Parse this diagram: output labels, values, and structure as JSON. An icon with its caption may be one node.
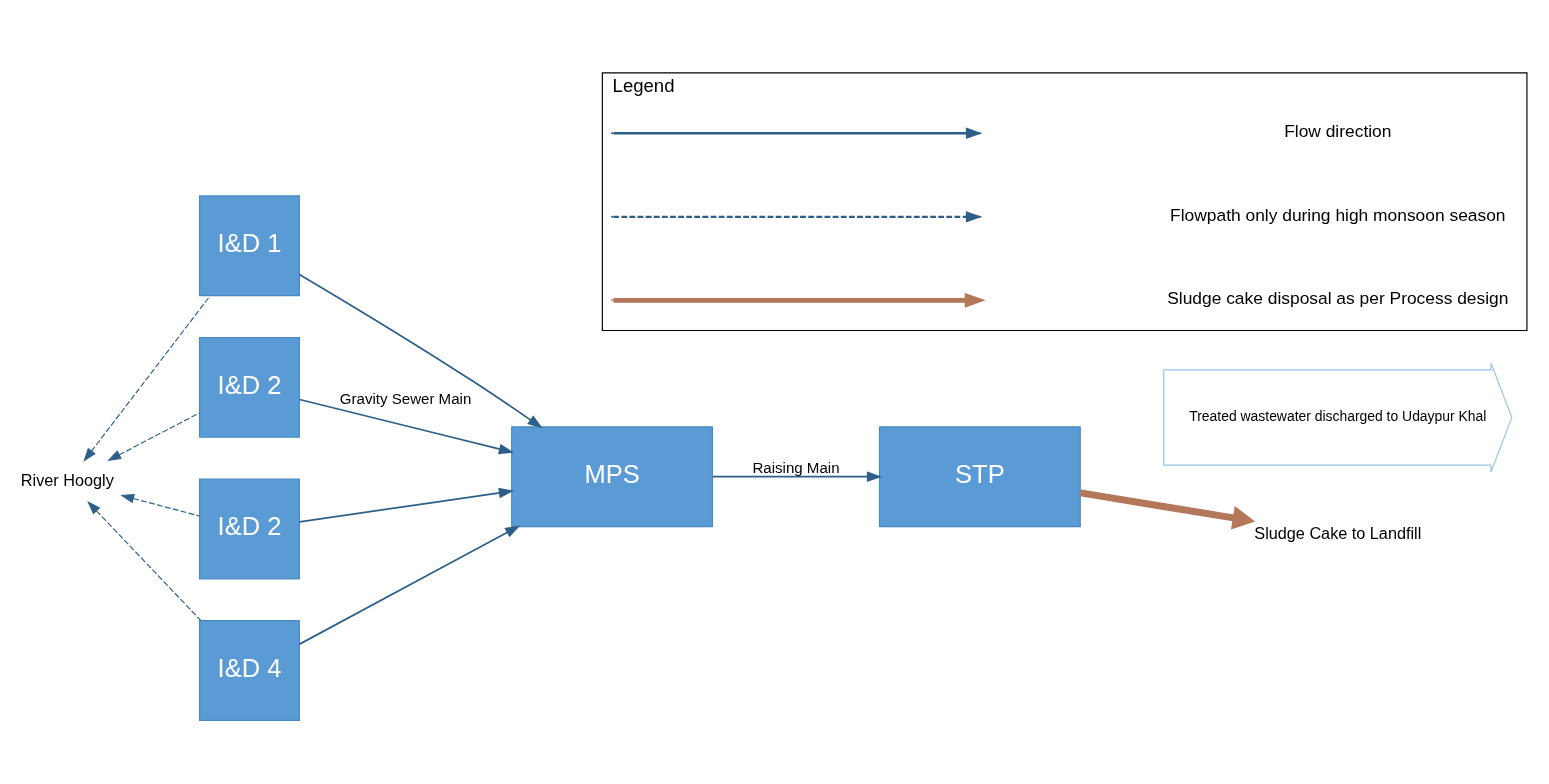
{
  "diagram": {
    "nodes": [
      {
        "text": [
          "I&D 1"
        ]
      },
      {
        "text": [
          "I&D 2"
        ]
      },
      {
        "text": [
          "I&D 2"
        ]
      },
      {
        "text": [
          "I&D 4"
        ]
      },
      {
        "text": [
          "MPS"
        ]
      },
      {
        "text": [
          "STP"
        ]
      },
      {
        "text": [
          "River Hoogly"
        ]
      },
      {
        "text": [
          "Treated wastewater discharged to Udaypur Khal"
        ]
      },
      {
        "text": [
          "Sludge Cake to Landfill"
        ]
      },
      {
        "text": [
          "Legend"
        ]
      }
    ],
    "edges": [
      {
        "from": 0,
        "to": 4,
        "arrow": "to"
      },
      {
        "from": 1,
        "to": 4,
        "arrow": "to",
        "label": "Gravity Sewer Main"
      },
      {
        "from": 2,
        "to": 4,
        "arrow": "to"
      },
      {
        "from": 3,
        "to": 4,
        "arrow": "to"
      },
      {
        "from": 0,
        "to": 6,
        "arrow": "to",
        "style": "dashed"
      },
      {
        "from": 1,
        "to": 6,
        "arrow": "to",
        "style": "dashed"
      },
      {
        "from": 2,
        "to": 6,
        "arrow": "to",
        "style": "dashed"
      },
      {
        "from": 3,
        "to": 6,
        "arrow": "to",
        "style": "dashed"
      },
      {
        "from": 4,
        "to": 5,
        "arrow": "to",
        "label": "Raising Main"
      },
      {
        "from": 5,
        "to": 8,
        "arrow": "to",
        "style": "thick",
        "color": "#b5775a"
      }
    ],
    "legend": [
      {
        "text": "Flow direction"
      },
      {
        "text": "Flowpath only during high monsoon season"
      },
      {
        "text": "Sludge cake disposal as per Process design"
      }
    ]
  }
}
